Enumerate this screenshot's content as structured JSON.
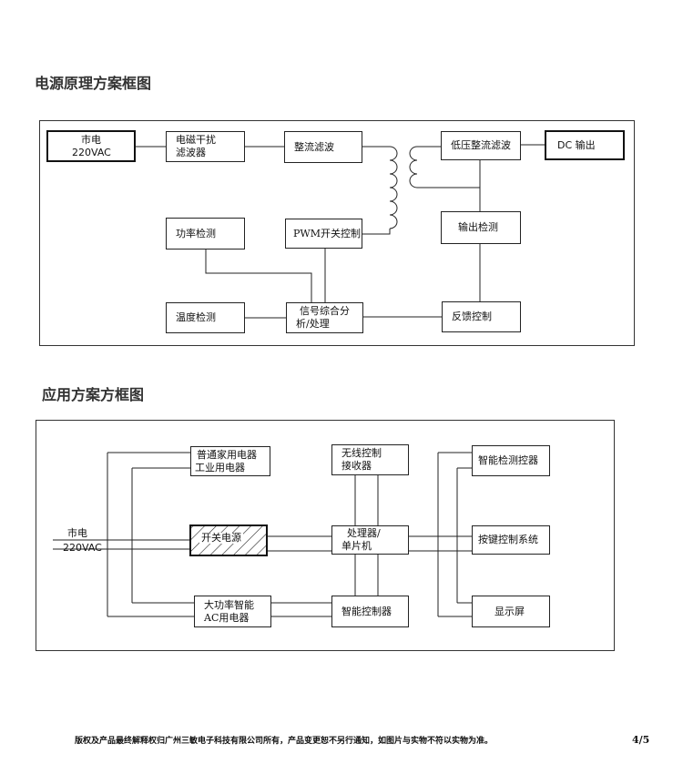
{
  "section1": {
    "title": "电源原理方案框图",
    "mains": {
      "line1": "市电",
      "line2": "220VAC"
    },
    "emi": {
      "line1": "电磁干扰",
      "line2": "滤波器"
    },
    "rectifier": "整流滤波",
    "lv_rectifier": "低压整流滤波",
    "dc_out": "DC 输出",
    "power_detect": "功率检测",
    "pwm": "PWM开关控制",
    "output_detect": "输出检测",
    "temp_detect": "温度检测",
    "signal": {
      "line1": "信号综合分",
      "line2": "析/处理"
    },
    "feedback": "反馈控制"
  },
  "section2": {
    "title": "应用方案方框图",
    "mains": {
      "line1": "市电",
      "line2": "220VAC"
    },
    "appliance": {
      "line1": "普通家用电器",
      "line2": "工业用电器"
    },
    "switch_psu": "开关电源",
    "high_power": {
      "line1": "大功率智能",
      "line2": "AC用电器"
    },
    "wireless": {
      "line1": "无线控制",
      "line2": "接收器"
    },
    "processor": {
      "line1": "处理器/",
      "line2": "单片机"
    },
    "smart_ctrl": "智能控制器",
    "smart_detect": "智能检测控器",
    "key_ctrl": "按键控制系统",
    "display": "显示屏"
  },
  "footer": {
    "text": "版权及产品最终解释权归广州三敏电子科技有限公司所有，产品变更恕不另行通知，如图片与实物不符以实物为准。",
    "page": "4/5"
  }
}
